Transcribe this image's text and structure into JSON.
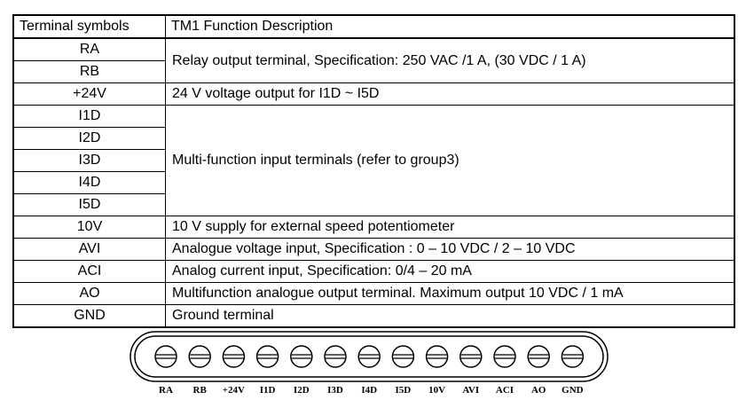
{
  "table": {
    "header": {
      "symbols": "Terminal symbols",
      "description": "TM1 Function Description"
    },
    "rows": [
      {
        "symbol": "RA",
        "description": "Relay output terminal, Specification: 250 VAC /1 A, (30 VDC / 1 A)"
      },
      {
        "symbol": "RB"
      },
      {
        "symbol": "+24V",
        "description": "24 V voltage output for I1D ~ I5D"
      },
      {
        "symbol": "I1D",
        "description": "Multi-function input terminals (refer to group3)"
      },
      {
        "symbol": "I2D"
      },
      {
        "symbol": "I3D"
      },
      {
        "symbol": "I4D"
      },
      {
        "symbol": "I5D"
      },
      {
        "symbol": "10V",
        "description": "10 V supply for external speed potentiometer"
      },
      {
        "symbol": "AVI",
        "description": "Analogue voltage input, Specification : 0 – 10 VDC / 2 – 10 VDC"
      },
      {
        "symbol": "ACI",
        "description": "Analog current input, Specification: 0/4 – 20 mA"
      },
      {
        "symbol": "AO",
        "description": "Multifunction analogue output terminal. Maximum output 10 VDC / 1 mA"
      },
      {
        "symbol": "GND",
        "description": "Ground terminal"
      }
    ]
  },
  "terminal_strip": {
    "labels": [
      "RA",
      "RB",
      "+24V",
      "I1D",
      "I2D",
      "I3D",
      "I4D",
      "I5D",
      "10V",
      "AVI",
      "ACI",
      "AO",
      "GND"
    ]
  }
}
